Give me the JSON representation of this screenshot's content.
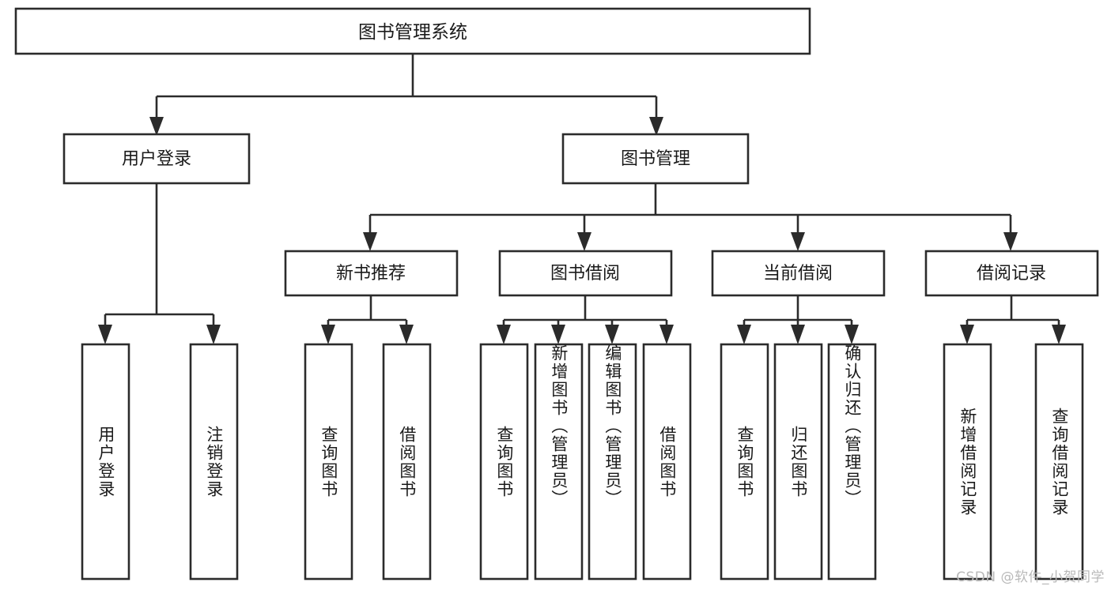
{
  "diagram": {
    "type": "tree-hierarchy",
    "title": "图书管理系统",
    "orientation": "top-down",
    "colors": {
      "stroke": "#2b2b2b",
      "fill": "#ffffff",
      "text": "#1a1a1a",
      "watermark": "#b9b9b9",
      "background": "#ffffff"
    }
  },
  "root": {
    "label": "图书管理系统"
  },
  "level2": [
    {
      "label": "用户登录"
    },
    {
      "label": "图书管理"
    }
  ],
  "level3": [
    {
      "label": "新书推荐"
    },
    {
      "label": "图书借阅"
    },
    {
      "label": "当前借阅"
    },
    {
      "label": "借阅记录"
    }
  ],
  "leaves": {
    "user_login": [
      {
        "label": "用户登录"
      },
      {
        "label": "注销登录"
      }
    ],
    "new_book_recommend": [
      {
        "label": "查询图书"
      },
      {
        "label": "借阅图书"
      }
    ],
    "book_borrow": [
      {
        "label": "查询图书"
      },
      {
        "label": "新增图书（管理员）"
      },
      {
        "label": "编辑图书（管理员）"
      },
      {
        "label": "借阅图书"
      }
    ],
    "current_borrow": [
      {
        "label": "查询图书"
      },
      {
        "label": "归还图书"
      },
      {
        "label": "确认归还（管理员）"
      }
    ],
    "borrow_record": [
      {
        "label": "新增借阅记录"
      },
      {
        "label": "查询借阅记录"
      }
    ]
  },
  "watermark": {
    "text": "CSDN @软件_小贺同学"
  }
}
